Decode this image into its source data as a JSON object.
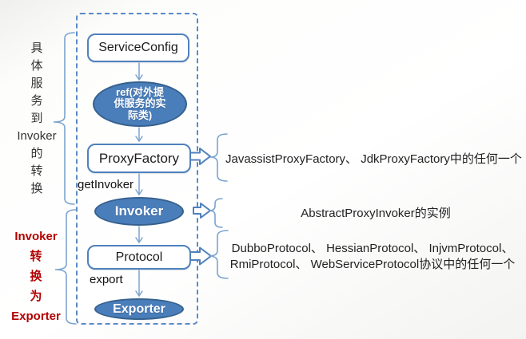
{
  "colors": {
    "accent": "#4f81bd",
    "ellipse_fill": "#4a7ebb",
    "ellipse_border": "#36618e",
    "connector": "#7ba3cf",
    "red_label": "#b30000"
  },
  "left_panel": {
    "service_to_invoker_lines": [
      "具",
      "体",
      "服",
      "务",
      "到",
      "Invoker",
      "的",
      "转",
      "换"
    ],
    "invoker_to_exporter_lines": [
      "Invoker",
      "转",
      "换",
      "为",
      "Exporter"
    ]
  },
  "flow": {
    "service_config": "ServiceConfig",
    "ref_lines": [
      "ref(对外提",
      "供服务的实",
      "际类)"
    ],
    "proxy_factory": "ProxyFactory",
    "invoker": "Invoker",
    "protocol": "Protocol",
    "exporter": "Exporter",
    "edge_get_invoker": "getInvoker",
    "edge_export": "export"
  },
  "notes": {
    "proxy_factory": "JavassistProxyFactory、 JdkProxyFactory中的任何一个",
    "invoker": "AbstractProxyInvoker的实例",
    "protocol_lines": [
      "DubboProtocol、 HessianProtocol、 InjvmProtocol、",
      "RmiProtocol、 WebServiceProtocol协议中的任何一个"
    ]
  }
}
